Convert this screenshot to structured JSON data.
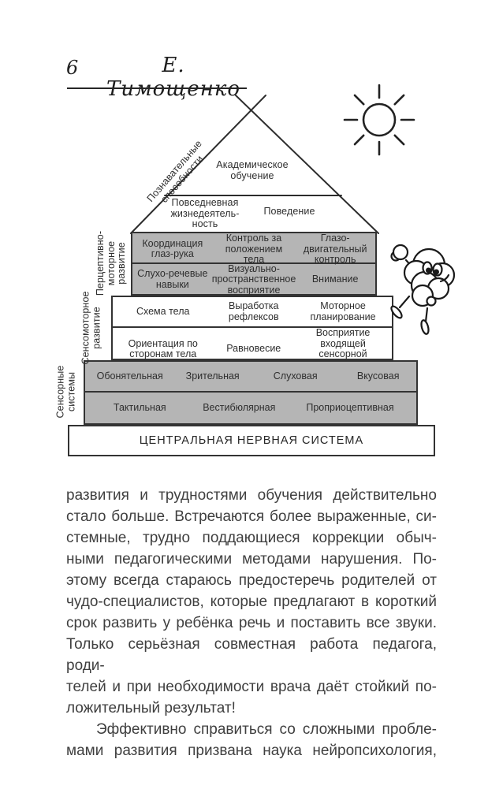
{
  "header": {
    "page_number": "6",
    "author": "Е. Тимощенко"
  },
  "colors": {
    "page_bg": "#ffffff",
    "box_gray": "#b5b5b5",
    "line_color": "#333333",
    "diagram_text": "#2e2e2e",
    "body_text": "#3f3f3f"
  },
  "icons": {
    "sun": "sun-icon",
    "brain": "brain-character-icon"
  },
  "pyramid": {
    "diagonal_label": "Познавательные способности",
    "apex": "Академическое обучение",
    "trapezoid": {
      "left": "Повседневная жизнедеятель-ность",
      "right": "Поведение"
    },
    "side_labels": [
      "Перцептивно-моторное развитие",
      "Сенсомоторное развитие",
      "Сенсорные системы"
    ],
    "rows": [
      {
        "cells": [
          "Координация глаз-рука",
          "Контроль за положением тела",
          "Глазо-двигательный контроль"
        ]
      },
      {
        "cells": [
          "Слухо-речевые навыки",
          "Визуально-пространственное восприятие",
          "Внимание"
        ]
      },
      {
        "cells": [
          "Схема тела",
          "Выработка рефлексов",
          "Моторное планирование"
        ]
      },
      {
        "cells": [
          "Ориентация по сторонам тела",
          "Равновесие",
          "Восприятие входящей сенсорной информации"
        ]
      },
      {
        "cells": [
          "Обонятельная",
          "Зрительная",
          "Слуховая",
          "Вкусовая"
        ]
      },
      {
        "cells": [
          "Тактильная",
          "Вестибюлярная",
          "Проприоцептивная"
        ]
      }
    ],
    "base": "ЦЕНТРАЛЬНАЯ НЕРВНАЯ СИСТЕМА"
  },
  "body": {
    "paragraph1_lines": [
      "развития и трудностями обучения действительно",
      "стало больше. Встречаются более выраженные, си-",
      "стемные, трудно поддающиеся коррекции обыч-",
      "ными педагогическими методами нарушения. По-",
      "этому всегда стараюсь предостеречь родителей от",
      "чудо-специалистов, которые предлагают в короткий",
      "срок развить у ребёнка речь и поставить все звуки.",
      "Только серьёзная совместная работа педагога, роди-",
      "телей и при необходимости врача даёт стойкий по-",
      "ложительный результат!"
    ],
    "paragraph2_lines": [
      "Эффективно справиться со сложными пробле-",
      "мами развития призвана наука нейропсихология,"
    ]
  }
}
